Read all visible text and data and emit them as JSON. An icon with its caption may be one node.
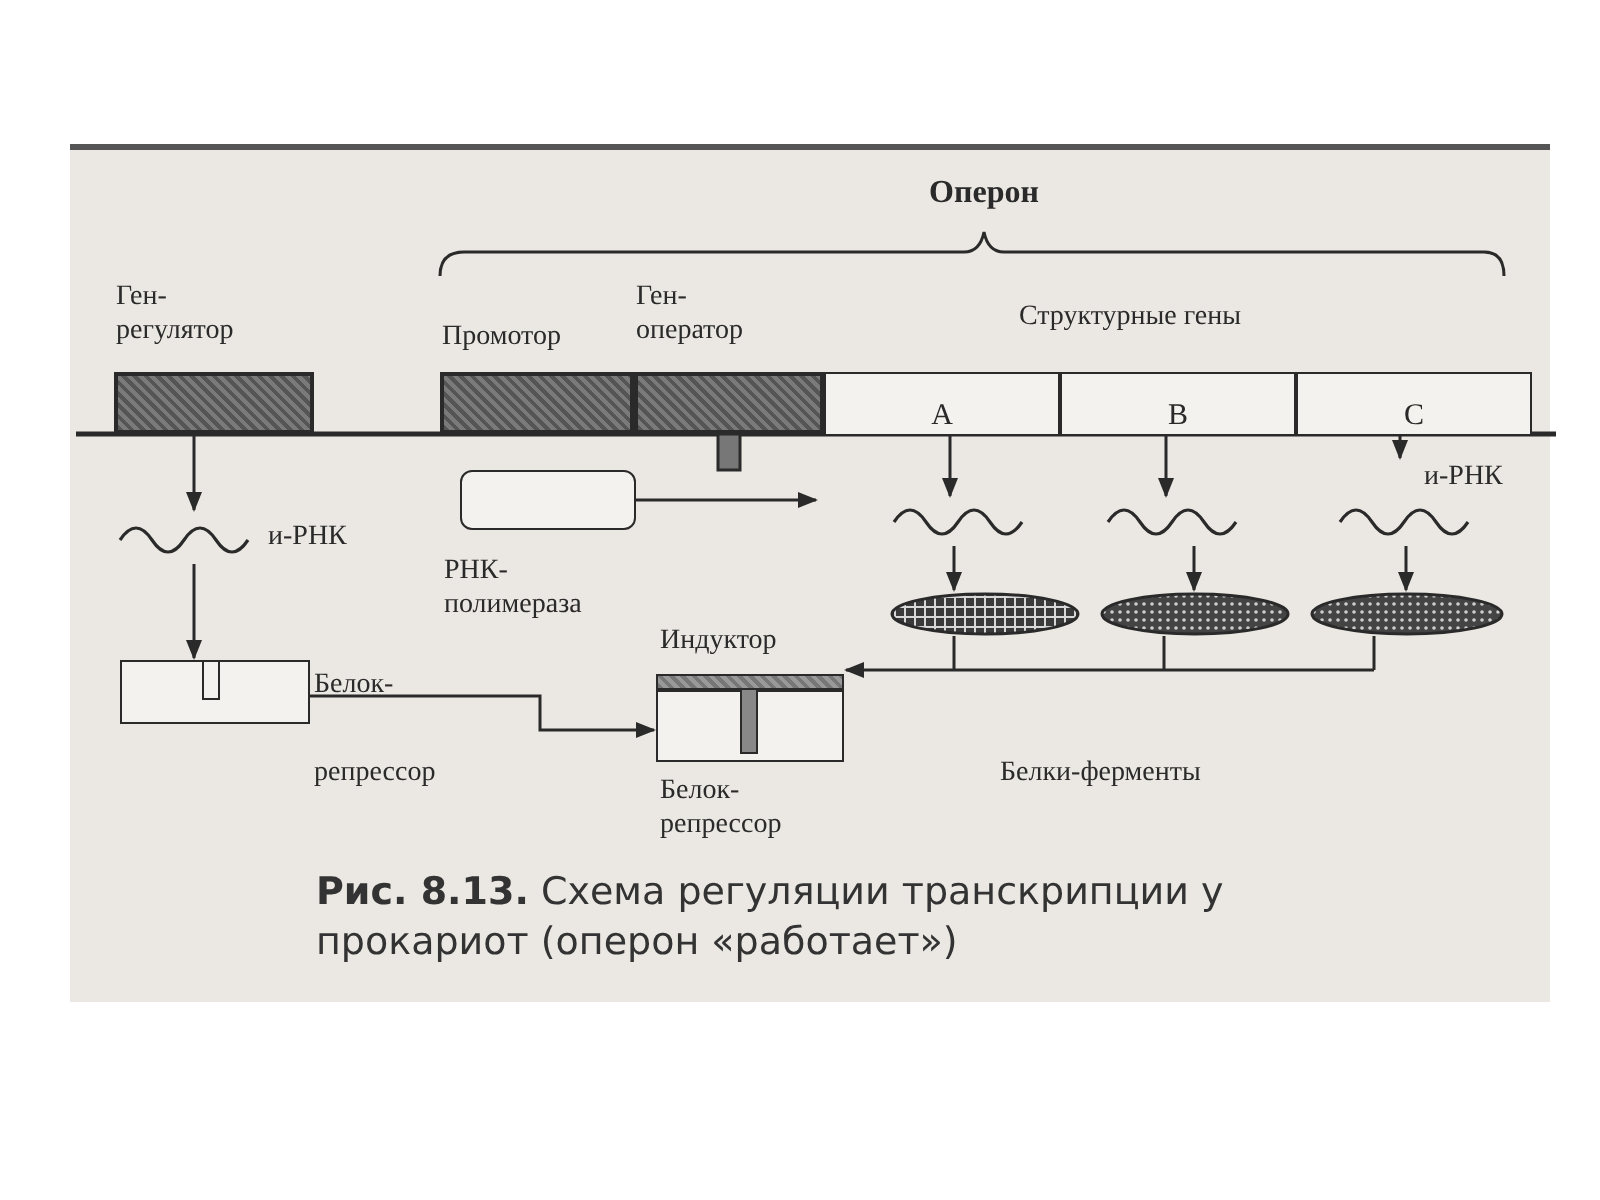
{
  "diagram": {
    "caption": "**Рис. 8.13.** Схема регуляции транскрипции у прокариот (оперон «работает»)",
    "nodes": [
      {
        "text": [
          "Ген-регулятор"
        ]
      },
      {
        "text": [
          "Промотор"
        ]
      },
      {
        "text": [
          "Ген-оператор"
        ]
      },
      {
        "text": [
          "A"
        ]
      },
      {
        "text": [
          "B"
        ]
      },
      {
        "text": [
          "C"
        ]
      },
      {
        "text": [
          "и-РНК"
        ]
      },
      {
        "text": [],
        "shape": "box",
        "beside": [
          "Белок-репрессор"
        ]
      },
      {
        "text": [
          "РНК-полимераза"
        ]
      },
      {
        "text": [],
        "shape": "wave"
      },
      {
        "text": [],
        "shape": "wave"
      },
      {
        "text": [
          "и-РНК"
        ]
      },
      {
        "text": [],
        "shape": "ellipse"
      },
      {
        "text": [],
        "shape": "ellipse"
      },
      {
        "text": [],
        "shape": "ellipse"
      },
      {
        "text": [
          "Индуктор"
        ]
      },
      {
        "text": [
          "Белок-репрессор"
        ]
      }
    ],
    "edges": [
      {
        "from": 0,
        "to": 6,
        "arrow": "to"
      },
      {
        "from": 6,
        "to": 7,
        "arrow": "to"
      },
      {
        "from": 8,
        "to": null,
        "arrow": "to"
      },
      {
        "from": 3,
        "to": 9,
        "arrow": "to"
      },
      {
        "from": 4,
        "to": 10,
        "arrow": "to"
      },
      {
        "from": 5,
        "to": 11,
        "arrow": "to"
      },
      {
        "from": 9,
        "to": 12,
        "arrow": "to"
      },
      {
        "from": 10,
        "to": 13,
        "arrow": "to"
      },
      {
        "from": 11,
        "to": 14,
        "arrow": "to"
      },
      {
        "from": 12,
        "to": 15,
        "arrow": "to"
      },
      {
        "from": 13,
        "to": 15,
        "arrow": "to"
      },
      {
        "from": 14,
        "to": 15,
        "arrow": "to"
      },
      {
        "from": 7,
        "to": 16,
        "arrow": "to"
      }
    ],
    "labels": [
      "Оперон",
      "Структурные гены",
      "Белки-ферменты"
    ]
  }
}
